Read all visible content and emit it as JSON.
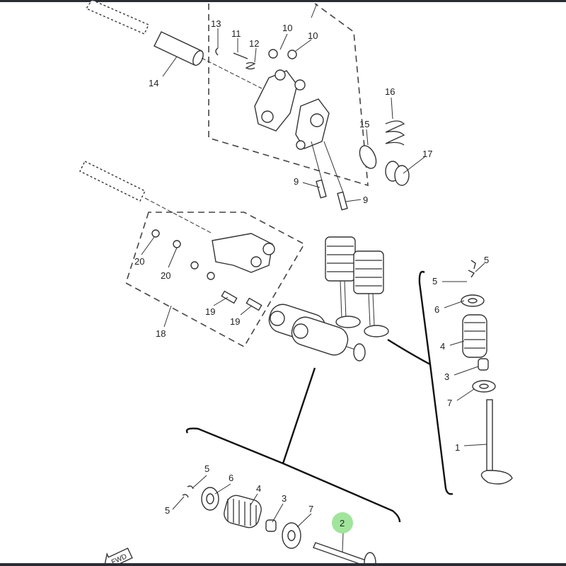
{
  "diagram": {
    "callouts": [
      {
        "id": "13"
      },
      {
        "id": "11"
      },
      {
        "id": "12"
      },
      {
        "id": "10"
      },
      {
        "id": "10"
      },
      {
        "id": "14"
      },
      {
        "id": "16"
      },
      {
        "id": "15"
      },
      {
        "id": "17"
      },
      {
        "id": "9"
      },
      {
        "id": "9"
      },
      {
        "id": "20"
      },
      {
        "id": "20"
      },
      {
        "id": "19"
      },
      {
        "id": "19"
      },
      {
        "id": "18"
      },
      {
        "id": "5"
      },
      {
        "id": "5"
      },
      {
        "id": "6"
      },
      {
        "id": "4"
      },
      {
        "id": "3"
      },
      {
        "id": "7"
      },
      {
        "id": "1"
      },
      {
        "id": "5"
      },
      {
        "id": "6"
      },
      {
        "id": "4"
      },
      {
        "id": "3"
      },
      {
        "id": "7"
      },
      {
        "id": "5"
      },
      {
        "id": "2"
      }
    ],
    "highlighted_callout": "2",
    "highlight_color": "#8fe08a",
    "fwd_label": "FWD"
  }
}
